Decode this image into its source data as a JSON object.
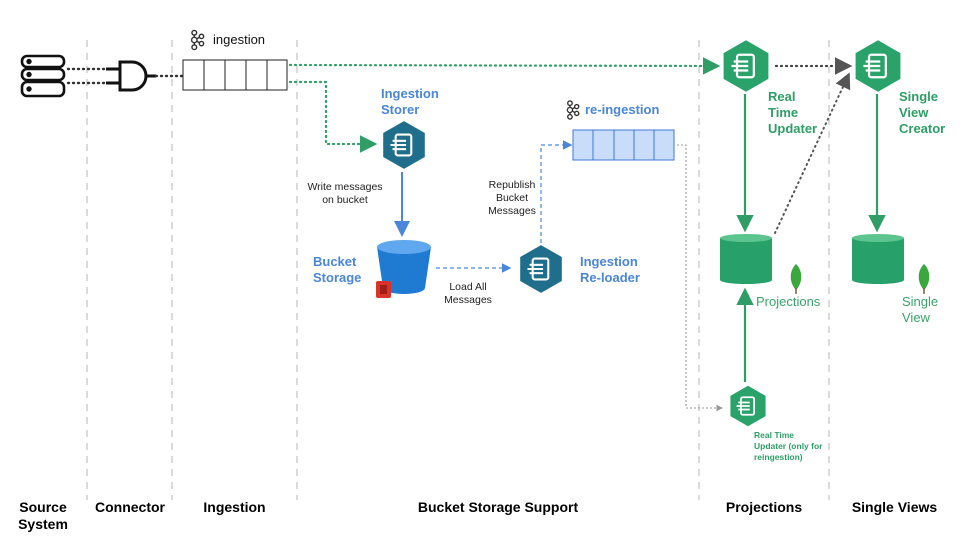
{
  "columns": {
    "source_system": "Source System",
    "connector": "Connector",
    "ingestion": "Ingestion",
    "bucket_storage_support": "Bucket Storage Support",
    "projections": "Projections",
    "single_views": "Single Views"
  },
  "topics": {
    "ingestion": "ingestion",
    "reingestion": "re-ingestion"
  },
  "services": {
    "ingestion_storer": "Ingestion Storer",
    "ingestion_reloader": "Ingestion Re-loader",
    "real_time_updater": "Real Time Updater",
    "single_view_creator": "Single View Creator",
    "real_time_updater_reingestion": "Real Time Updater (only for reingestion)"
  },
  "storage": {
    "bucket_storage": "Bucket Storage",
    "projections": "Projections",
    "single_view": "Single View"
  },
  "edge_labels": {
    "write_messages": "Write messages on bucket",
    "republish": "Republish Bucket Messages",
    "load_all": "Load All Messages"
  },
  "colors": {
    "blue": "#4a86d9",
    "green": "#2e9e66",
    "teal_hex": "#1f6e8c",
    "green_hex": "#2aa36b"
  }
}
